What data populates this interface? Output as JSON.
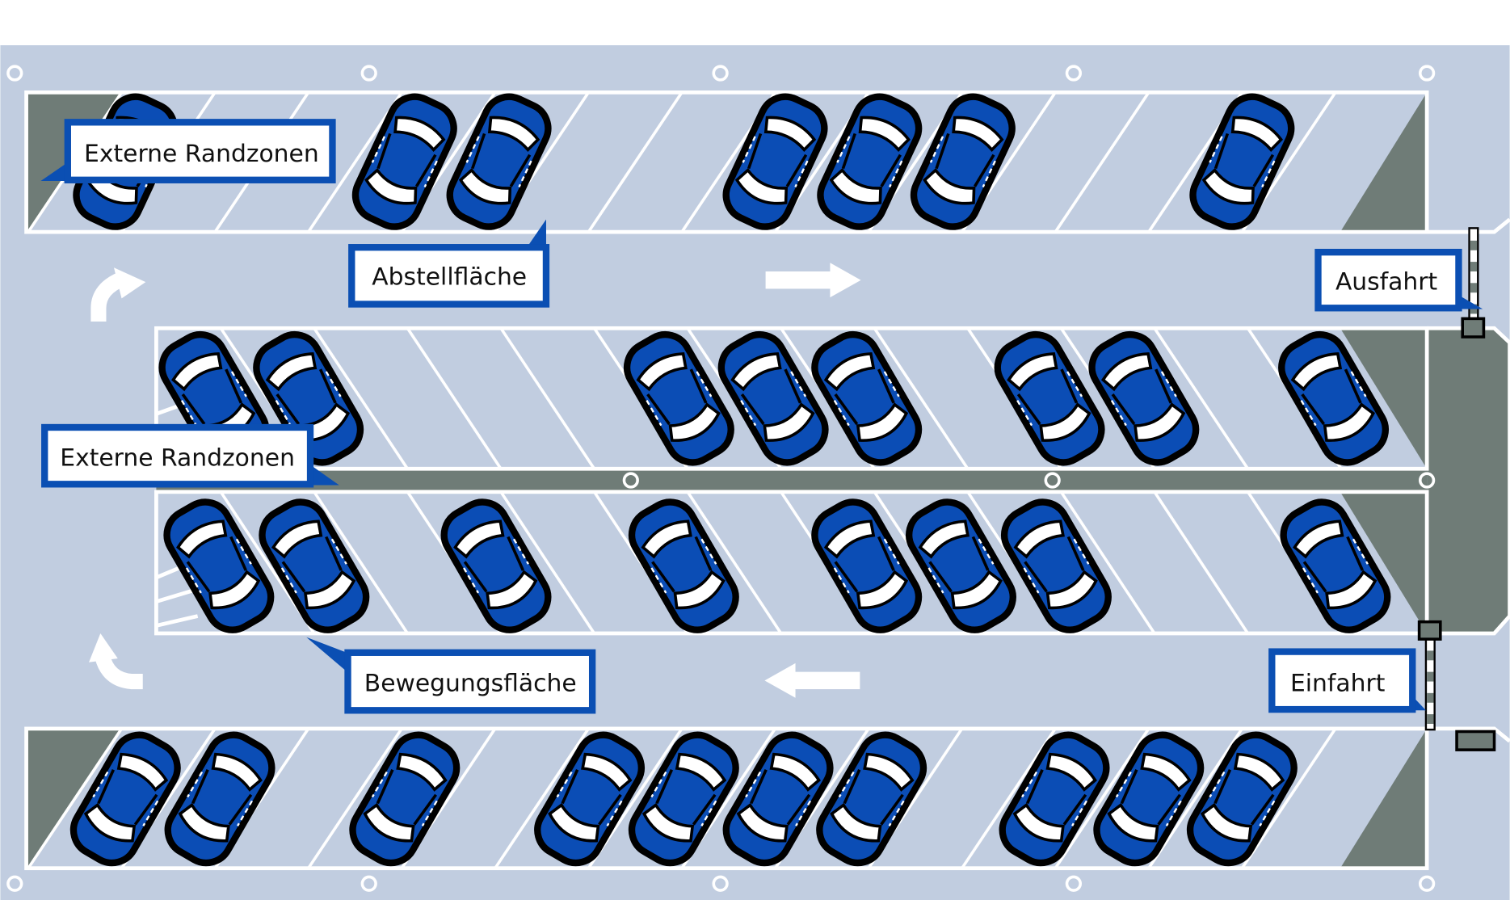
{
  "labels": {
    "external_zones_top": "Externe Randzonen",
    "parking_area": "Abstellfläche",
    "external_zones_middle": "Externe Randzonen",
    "movement_area": "Bewegungsfläche",
    "exit": "Ausfahrt",
    "entrance": "Einfahrt"
  },
  "colors": {
    "background": "#c1cde0",
    "ground_gray": "#6f7c77",
    "car_blue": "#0b4db5",
    "label_border": "#0b4fb3",
    "line_white": "#ffffff"
  },
  "icons": [
    "car-icon",
    "arrow-right-icon",
    "arrow-left-icon",
    "curved-arrow-icon",
    "barrier-icon",
    "bollard-icon"
  ]
}
